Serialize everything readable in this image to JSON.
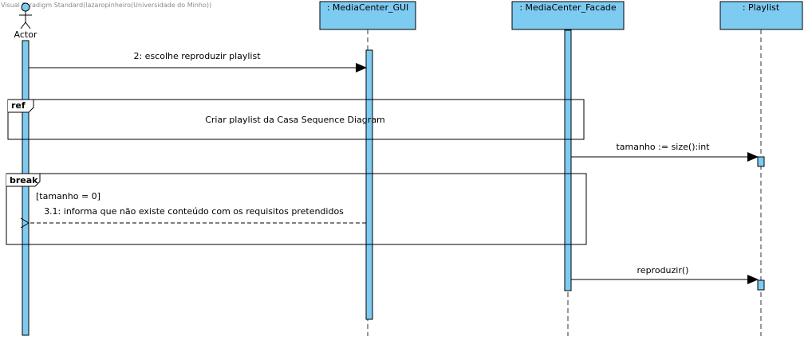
{
  "watermark": "Visual Paradigm Standard(lazaropinheiro(Universidade do Minho))",
  "actor": {
    "name": "Actor"
  },
  "lifelines": {
    "gui": ": MediaCenter_GUI",
    "facade": ": MediaCenter_Facade",
    "playlist": ": Playlist"
  },
  "messages": {
    "m2": "2: escolhe reproduzir playlist",
    "tamanho": "tamanho := size():int",
    "m31": "3.1: informa que não existe conteúdo com os requisitos pretendidos",
    "reproduzir": "reproduzir()"
  },
  "fragments": {
    "ref": {
      "operator": "ref",
      "text": "Criar playlist da Casa Sequence Diagram"
    },
    "break": {
      "operator": "break",
      "guard": "[tamanho = 0]"
    }
  },
  "colors": {
    "lifeline_fill": "#7ecbf2",
    "activation_fill": "#7ecbf2",
    "stroke": "#000000",
    "dashed": "#333333"
  }
}
